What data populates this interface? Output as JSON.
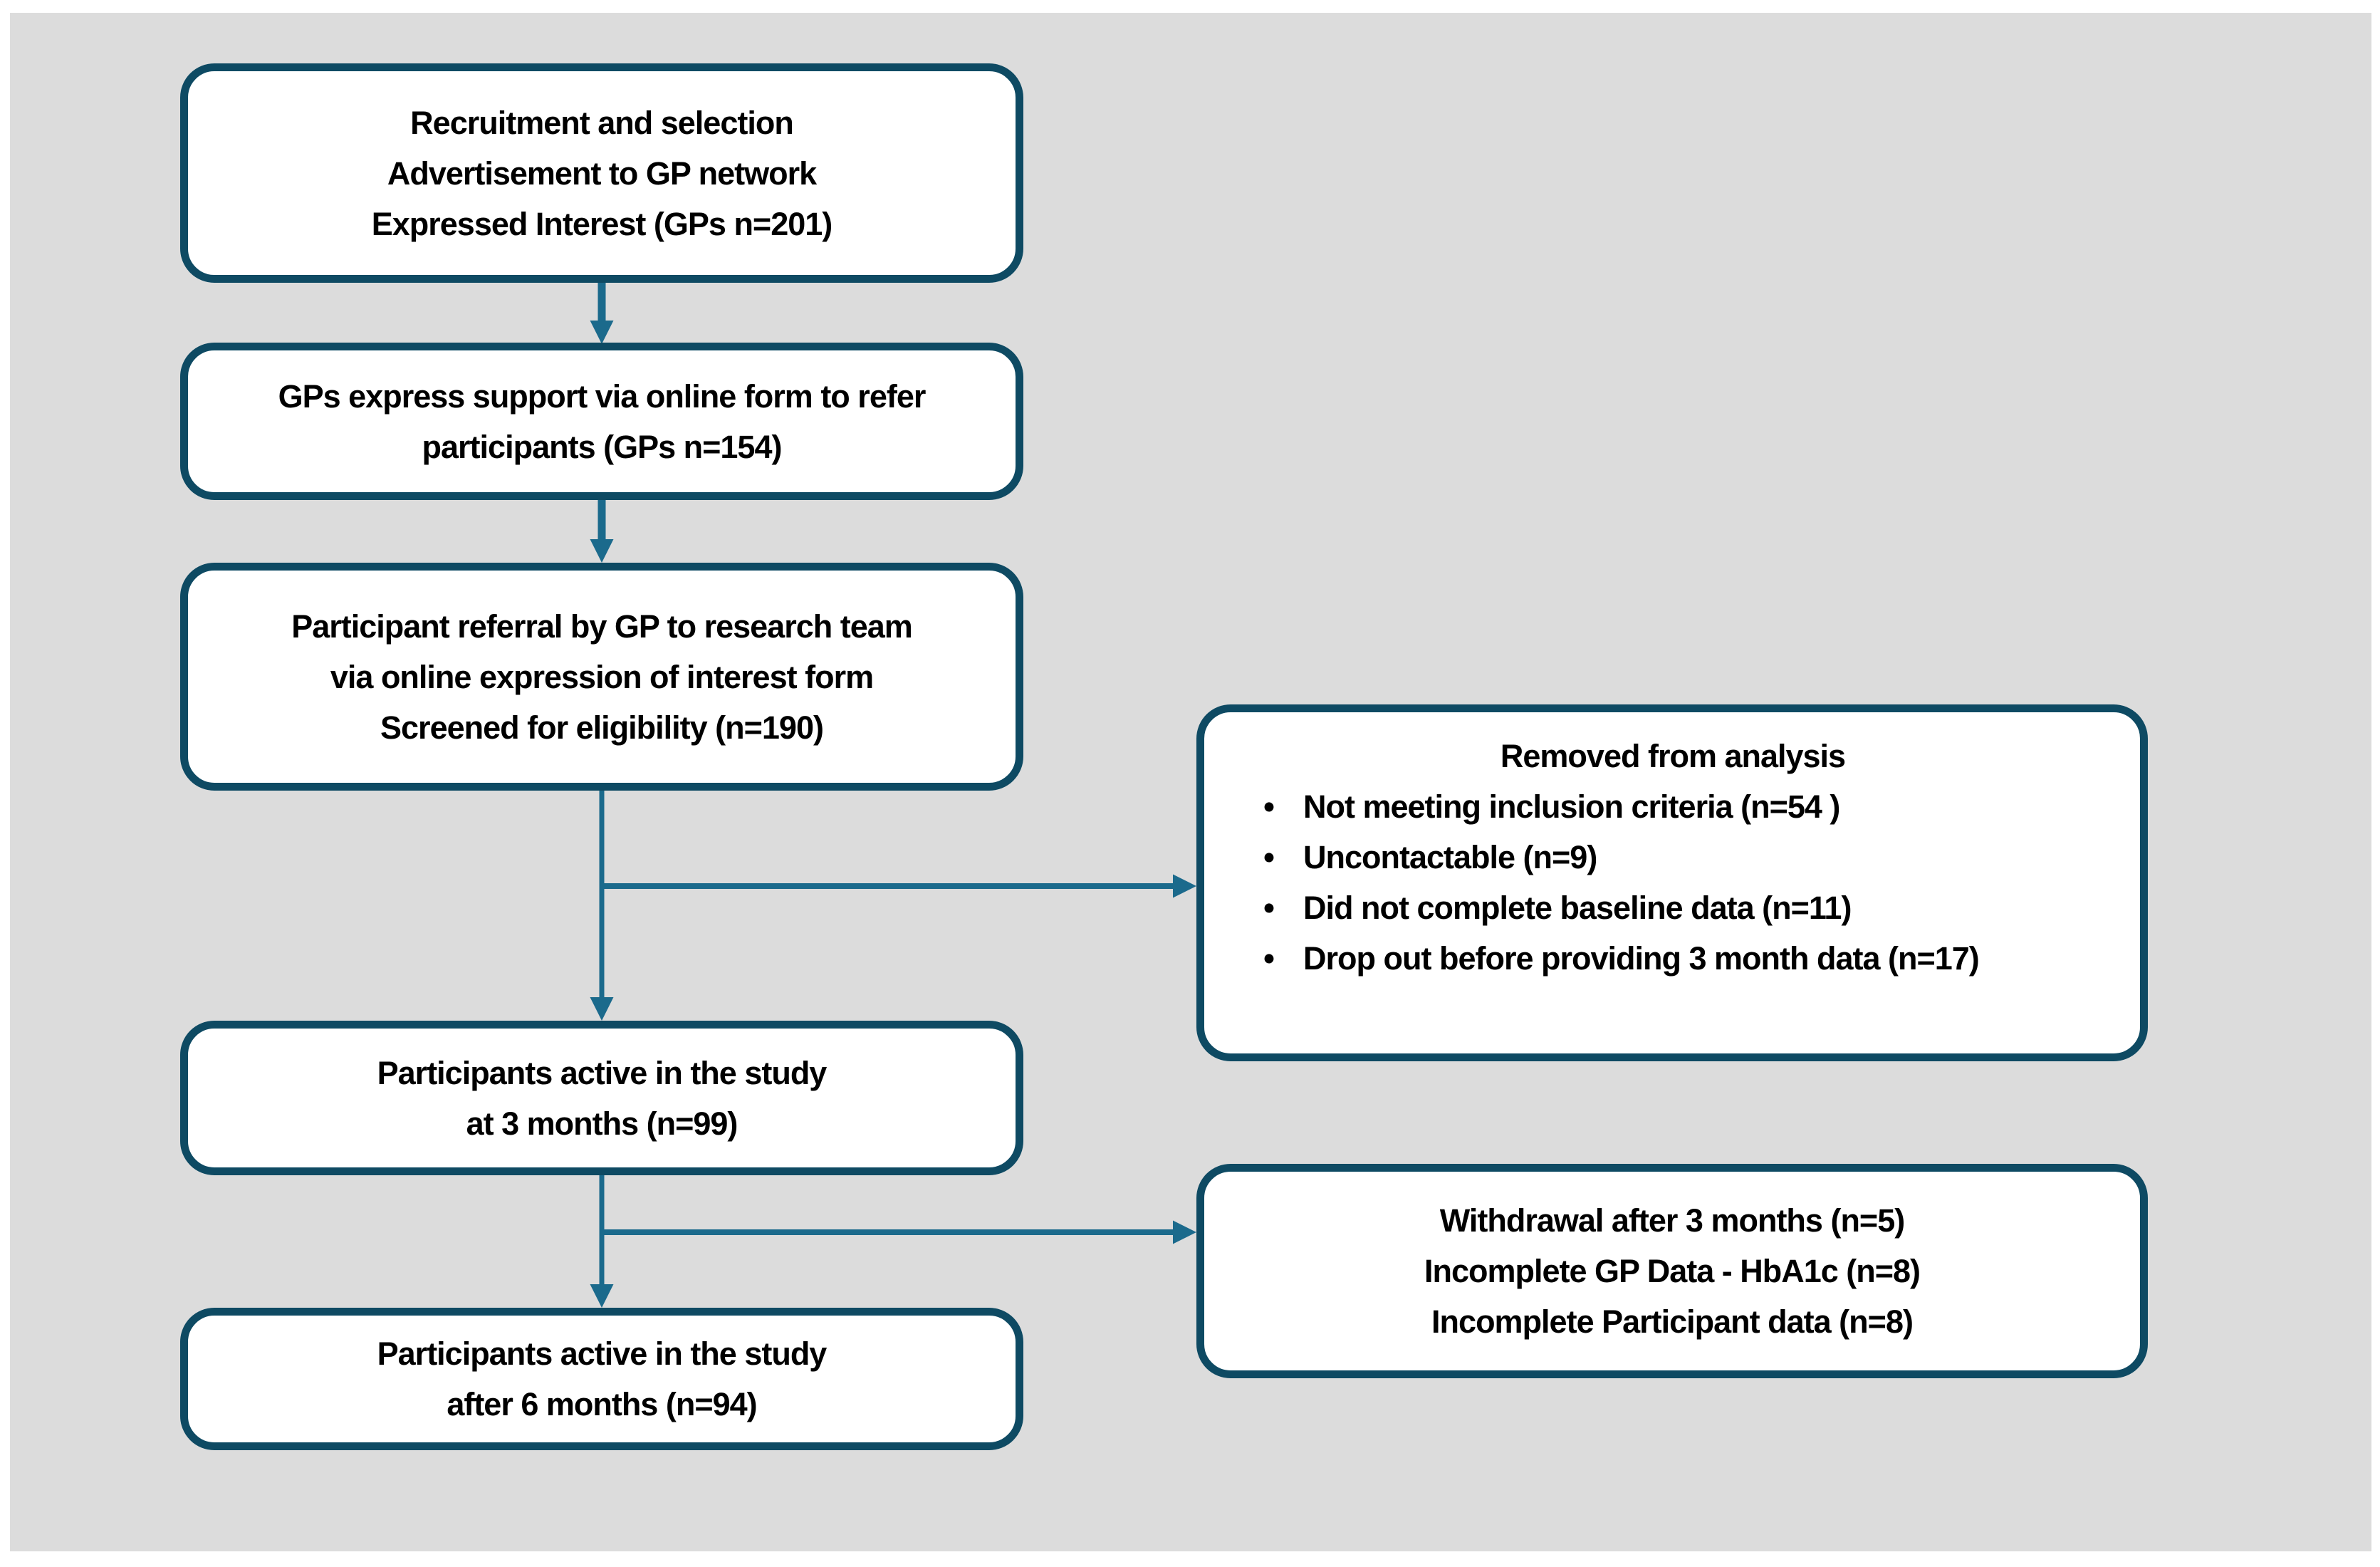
{
  "colors": {
    "page_bg": "#ffffff",
    "panel": "#dcdcdc",
    "box_fill": "#ffffff",
    "box_border": "#0e4a63",
    "connector": "#1b6a8c",
    "text": "#000000"
  },
  "flow": {
    "box1": {
      "lines": [
        "Recruitment and selection",
        "Advertisement to GP network",
        "Expressed Interest (GPs n=201)"
      ]
    },
    "box2": {
      "lines": [
        "GPs express support via online form to refer",
        "participants (GPs n=154)"
      ]
    },
    "box3": {
      "lines": [
        "Participant referral by GP to research team",
        "via online expression of interest form",
        "Screened for eligibility (n=190)"
      ]
    },
    "box4": {
      "lines": [
        "Participants active in the study",
        "at 3 months (n=99)"
      ]
    },
    "box5": {
      "lines": [
        "Participants active in the study",
        "after 6 months (n=94)"
      ]
    },
    "removed": {
      "title": "Removed from analysis",
      "bullet_char": "•",
      "bullets": [
        "Not meeting inclusion criteria (n=54 )",
        "Uncontactable (n=9)",
        "Did not complete baseline data (n=11)",
        "Drop out before providing 3 month data (n=17)"
      ]
    },
    "withdrawal": {
      "lines": [
        "Withdrawal after 3 months (n=5)",
        "Incomplete GP Data - HbA1c (n=8)",
        "Incomplete Participant data (n=8)"
      ]
    }
  }
}
